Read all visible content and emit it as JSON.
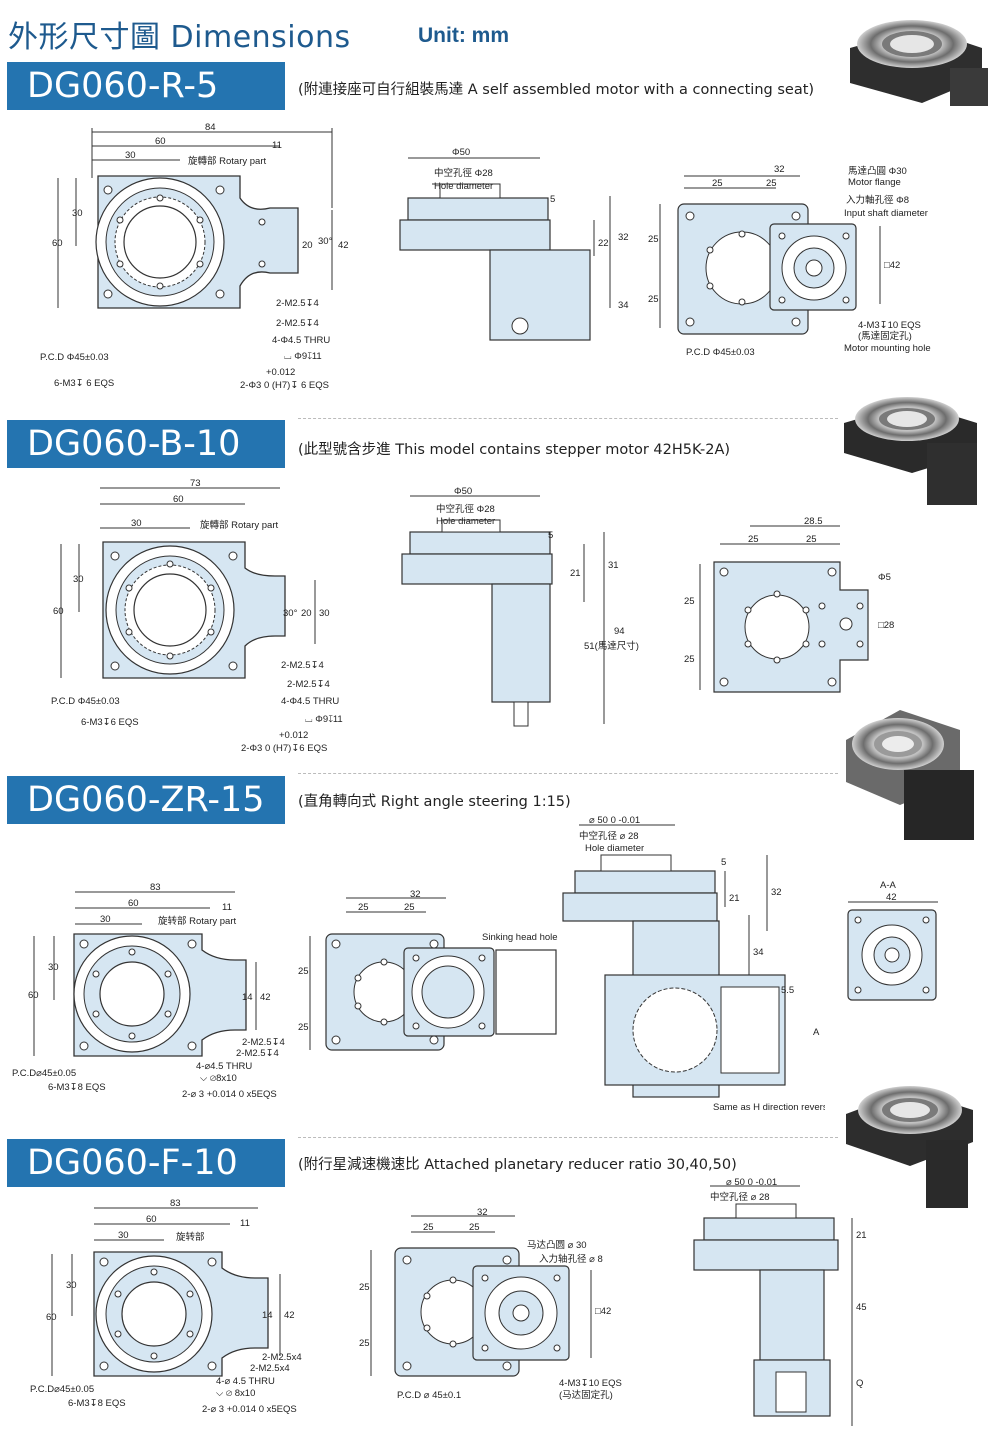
{
  "header": {
    "title": "外形尺寸圖 Dimensions",
    "unit": "Unit: mm"
  },
  "sections": [
    {
      "model": "DG060-R-5",
      "desc": "(附連接座可自行組裝馬達 A self assembled motor with a connecting seat)",
      "front": {
        "dims": [
          "84",
          "60",
          "30",
          "11",
          "30",
          "60",
          "20",
          "30°",
          "42"
        ],
        "rotary": "旋轉部 Rotary part",
        "notes": [
          "2-M2.5↧4",
          "2-M2.5↧4",
          "4-Φ4.5 THRU",
          "⌴ Φ9↧11",
          "+0.012",
          "2-Φ3  0  (H7)↧ 6 EQS"
        ],
        "pcd": "P.C.D  Φ45±0.03",
        "holes": "6-M3↧ 6 EQS"
      },
      "side": {
        "dims": [
          "Φ50",
          "中空孔徑 Φ28",
          "Hole diameter",
          "5",
          "22",
          "32",
          "34"
        ]
      },
      "rear": {
        "dims": [
          "32",
          "25",
          "25",
          "25",
          "25",
          "□42"
        ],
        "motor_flange": "馬達凸圓 Φ30",
        "motor_flange_en": "Motor flange",
        "input_shaft": "入力軸孔徑 Φ8",
        "input_shaft_en": "Input shaft diameter",
        "mount": "4-M3↧10 EQS",
        "mount_zh": "(馬達固定孔)",
        "mount_en": "Motor mounting hole",
        "pcd": "P.C.D  Φ45±0.03"
      }
    },
    {
      "model": "DG060-B-10",
      "desc": "(此型號含步進 This model contains stepper motor 42H5K-2A)",
      "front": {
        "dims": [
          "73",
          "60",
          "30",
          "30",
          "60",
          "30°",
          "20",
          "30"
        ],
        "rotary": "旋轉部 Rotary part",
        "notes": [
          "2-M2.5↧4",
          "2-M2.5↧4",
          "4-Φ4.5 THRU",
          "⌴ Φ9↧11",
          "+0.012",
          "2-Φ3  0  (H7)↧6 EQS"
        ],
        "pcd": "P.C.D  Φ45±0.03",
        "holes": "6-M3↧6 EQS"
      },
      "side": {
        "dims": [
          "Φ50",
          "中空孔徑 Φ28",
          "Hole diameter",
          "5",
          "21",
          "31",
          "51(馬達尺寸)",
          "94"
        ]
      },
      "rear": {
        "dims": [
          "28.5",
          "25",
          "25",
          "25",
          "25",
          "Φ5",
          "□28"
        ]
      }
    },
    {
      "model": "DG060-ZR-15",
      "desc": "(直角轉向式 Right angle steering 1:15)",
      "front": {
        "dims": [
          "83",
          "60",
          "30",
          "11",
          "30",
          "60",
          "14",
          "42"
        ],
        "rotary": "旋转部 Rotary part",
        "notes": [
          "2-M2.5↧4",
          "2-M2.5↧4",
          "4-⌀4.5 THRU",
          "⌵ ⌀8x10",
          "2-⌀ 3 +0.014 0 x5EQS"
        ],
        "pcd": "P.C.D⌀45±0.05",
        "holes": "6-M3↧8 EQS"
      },
      "rear": {
        "dims": [
          "32",
          "25",
          "25",
          "25",
          "25"
        ],
        "sink": "Sinking head hole"
      },
      "side": {
        "dims": [
          "⌀ 50 0 -0.01",
          "中空孔径 ⌀ 28",
          "Hole diameter",
          "5",
          "21",
          "32",
          "34",
          "5.5",
          "A"
        ],
        "reverse": "Same as H direction reverse hole"
      },
      "section": {
        "label": "A-A",
        "dims": [
          "42"
        ]
      }
    },
    {
      "model": "DG060-F-10",
      "desc": "(附行星減速機速比 Attached planetary reducer ratio 30,40,50)",
      "front": {
        "dims": [
          "83",
          "60",
          "30",
          "11",
          "30",
          "60",
          "14",
          "42"
        ],
        "rotary": "旋转部",
        "notes": [
          "2-M2.5x4",
          "2-M2.5x4",
          "4-⌀ 4.5  THRU",
          "⌵ ⌀ 8x10",
          "2-⌀ 3 +0.014 0 x5EQS"
        ],
        "pcd": "P.C.D⌀45±0.05",
        "holes": "6-M3↧8 EQS"
      },
      "rear": {
        "dims": [
          "32",
          "25",
          "25",
          "25",
          "25",
          "□42"
        ],
        "flange": "马达凸圆 ⌀ 30",
        "shaft": "入力轴孔径 ⌀ 8",
        "mount": "4-M3↧10 EQS",
        "mount_zh": "(马达固定孔)",
        "pcd": "P.C.D  ⌀ 45±0.1"
      },
      "side": {
        "dims": [
          "⌀ 50 0 -0.01",
          "中空孔径 ⌀ 28",
          "21",
          "45",
          "Q"
        ]
      }
    }
  ],
  "colors": {
    "accent": "#2474b0",
    "title": "#1e5a8e",
    "part": "#d6e6f2",
    "line": "#333333"
  }
}
